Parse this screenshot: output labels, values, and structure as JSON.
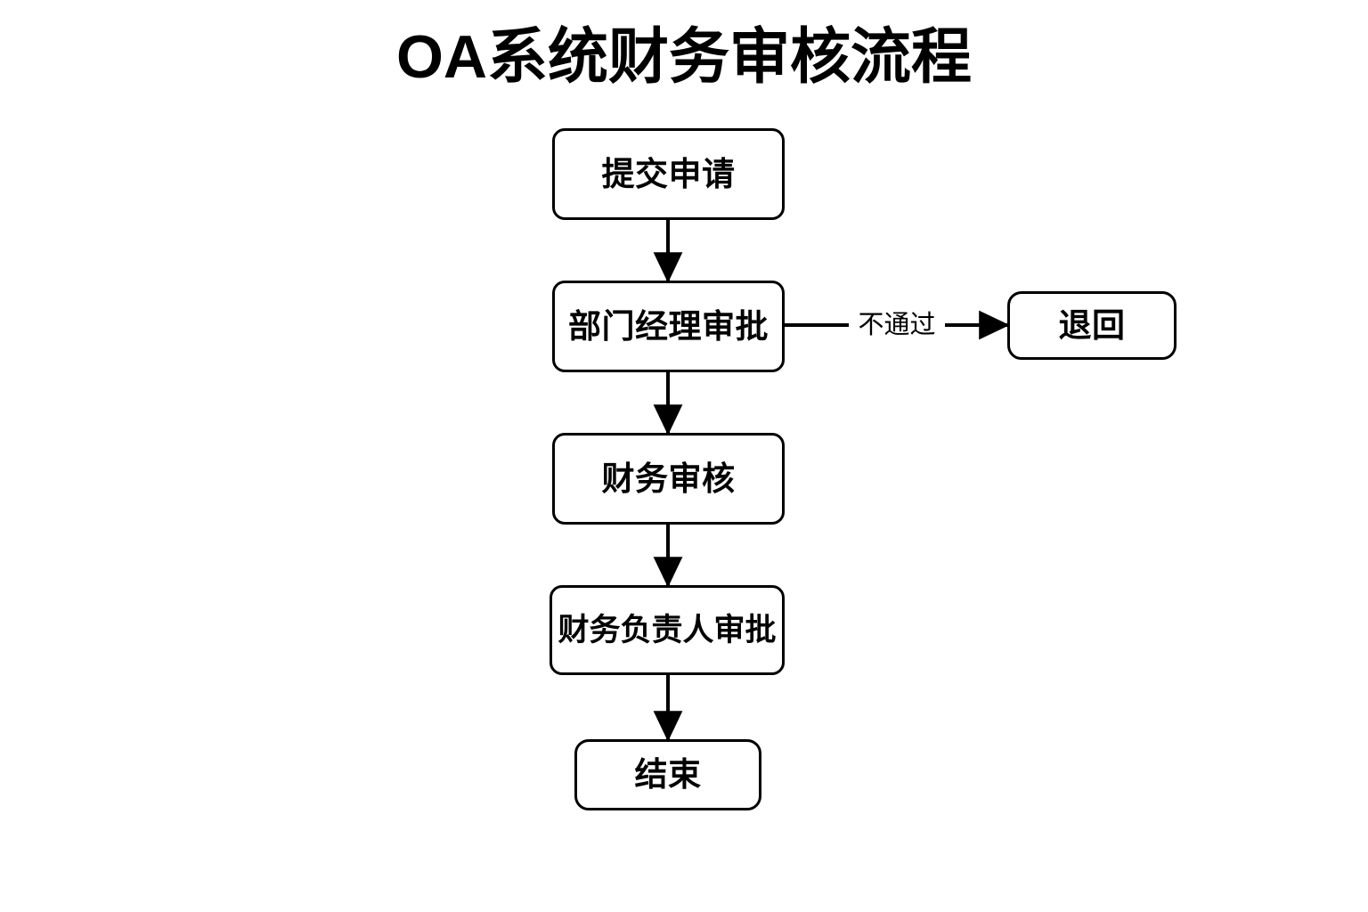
{
  "diagram": {
    "title": "OA系统财务审核流程",
    "background_color": "#ffffff",
    "stroke_color": "#000000",
    "nodes": [
      {
        "id": "submit",
        "label": "提交申请"
      },
      {
        "id": "dept-approve",
        "label": "部门经理审批"
      },
      {
        "id": "return",
        "label": "退回"
      },
      {
        "id": "finance-audit",
        "label": "财务审核"
      },
      {
        "id": "finance-head",
        "label": "财务负责人审批"
      },
      {
        "id": "end",
        "label": "结束"
      }
    ],
    "edges": [
      {
        "from": "submit",
        "to": "dept-approve",
        "label": ""
      },
      {
        "from": "dept-approve",
        "to": "return",
        "label": "不通过"
      },
      {
        "from": "dept-approve",
        "to": "finance-audit",
        "label": ""
      },
      {
        "from": "finance-audit",
        "to": "finance-head",
        "label": ""
      },
      {
        "from": "finance-head",
        "to": "end",
        "label": ""
      }
    ]
  }
}
